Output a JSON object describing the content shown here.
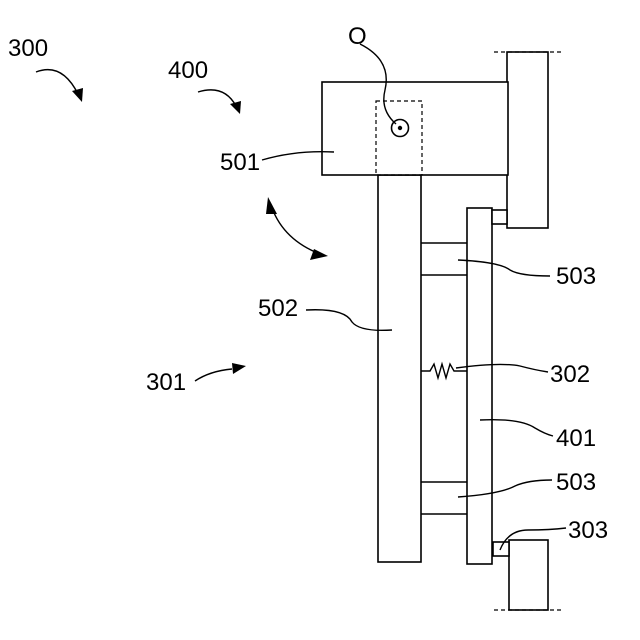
{
  "labels": {
    "ref_300": "300",
    "ref_400": "400",
    "ref_501": "501",
    "ref_502": "502",
    "ref_301": "301",
    "ref_503_upper": "503",
    "ref_302": "302",
    "ref_401": "401",
    "ref_503_lower": "503",
    "ref_303": "303",
    "pivot_o": "O"
  }
}
